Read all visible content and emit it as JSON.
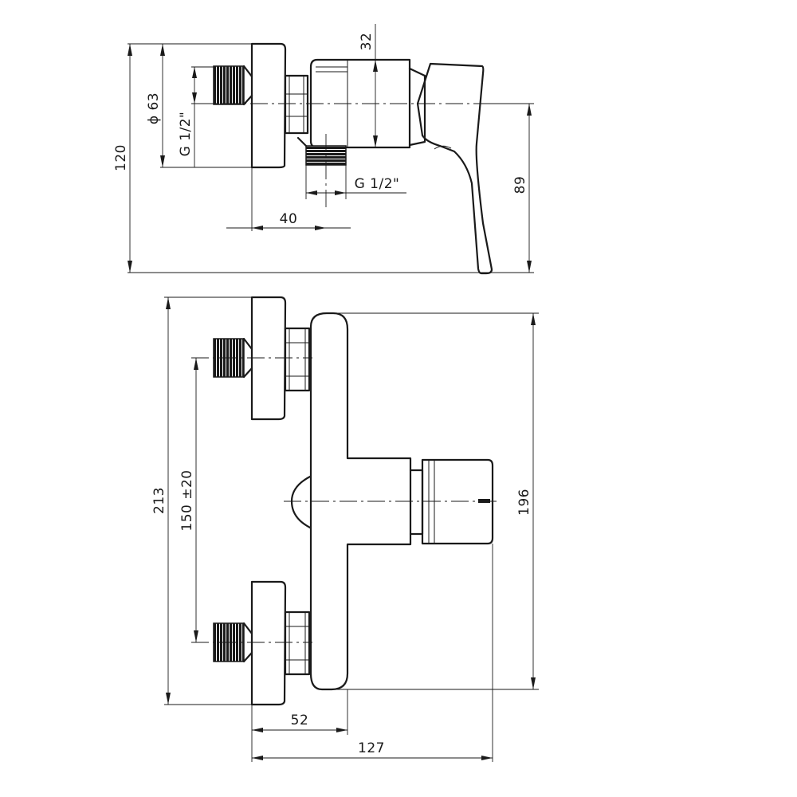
{
  "dimensions": {
    "side_view": {
      "d32": "32",
      "d63": "ϕ 63",
      "g_inlet": "G 1/2\"",
      "d120": "120",
      "g_outlet": "G 1/2\"",
      "d40": "40",
      "d89": "89"
    },
    "front_view": {
      "d213": "213",
      "d150": "150 ±20",
      "d196": "196",
      "d52": "52",
      "d127": "127"
    }
  },
  "colors": {
    "line": "#1a1a1a",
    "background": "#ffffff"
  }
}
